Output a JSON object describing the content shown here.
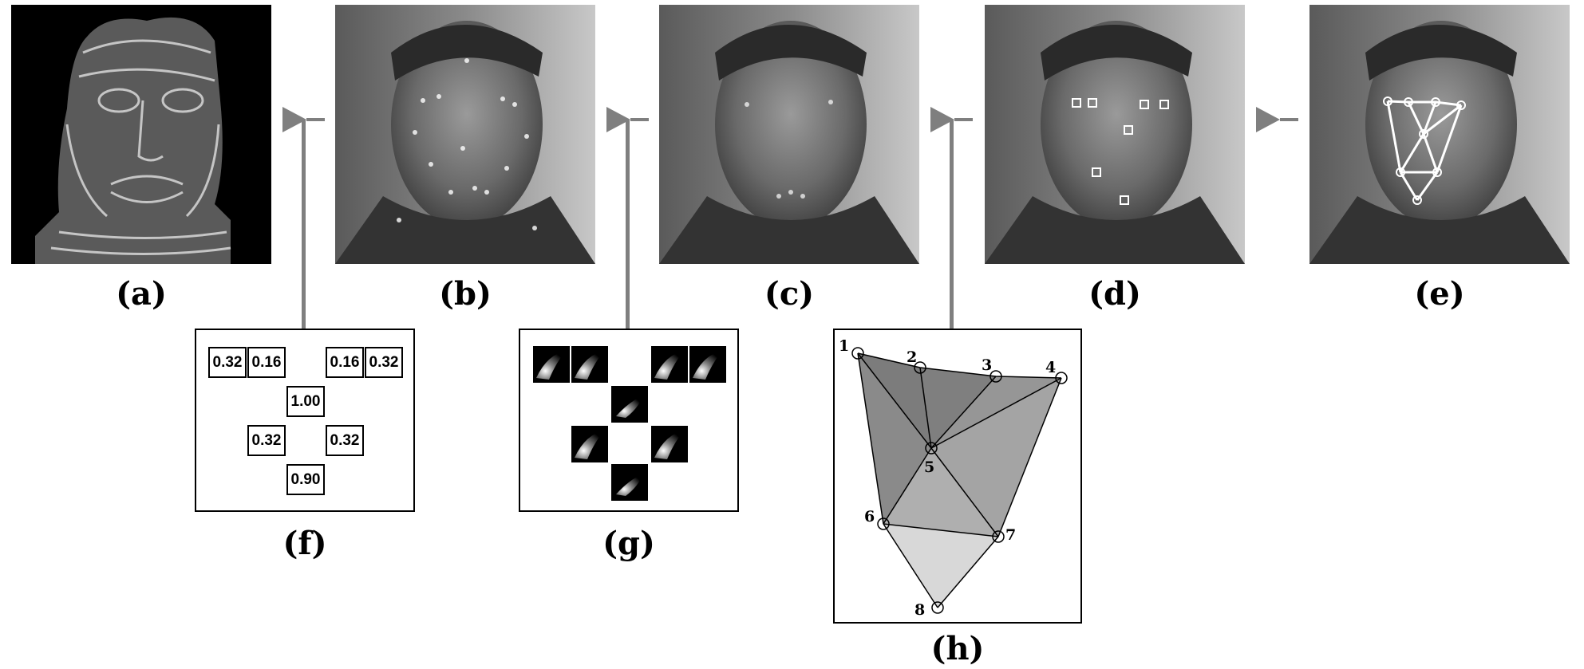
{
  "captions": {
    "a": "(a)",
    "b": "(b)",
    "c": "(c)",
    "d": "(d)",
    "e": "(e)",
    "f": "(f)",
    "g": "(g)",
    "h": "(h)"
  },
  "weights_f": {
    "row1": [
      "0.32",
      "0.16",
      "0.16",
      "0.32"
    ],
    "center": "1.00",
    "row3": [
      "0.32",
      "0.32"
    ],
    "bottom": "0.90"
  },
  "graph_h": {
    "nodes": [
      "1",
      "2",
      "3",
      "4",
      "5",
      "6",
      "7",
      "8"
    ]
  },
  "colors": {
    "connector": "#7f7f7f",
    "face_region_dark": "#8a8a8a",
    "face_region_mid": "#a0a0a0",
    "face_region_light": "#d8d8d8"
  }
}
